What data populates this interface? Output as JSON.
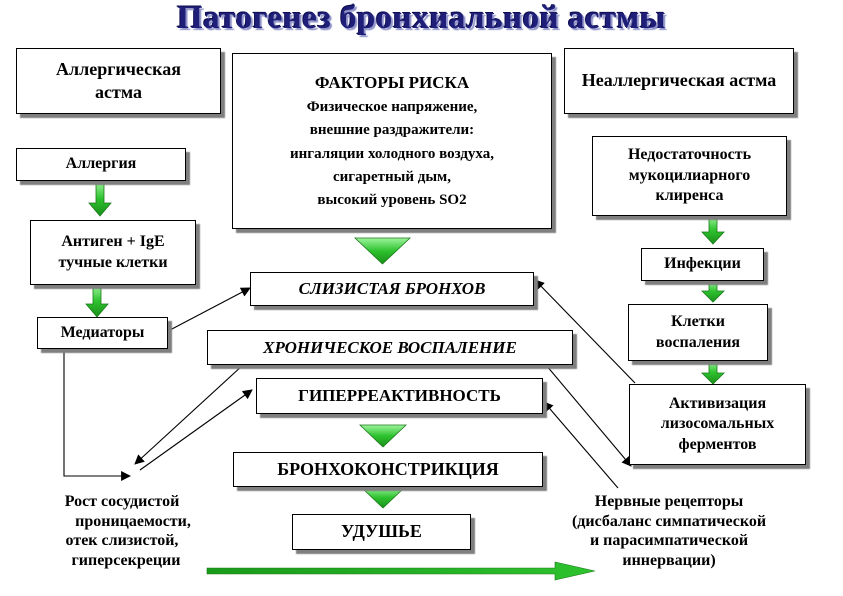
{
  "title": "Патогенез бронхиальной астмы",
  "allergic": "Аллергическая астма",
  "nonallergic": "Неаллергическая астма",
  "risk": {
    "heading": "ФАКТОРЫ РИСКА",
    "lines": [
      "Физическое напряжение,",
      "внешние раздражители:",
      "ингаляции холодного воздуха,",
      "сигаретный дым,",
      "высокий уровень SO2"
    ]
  },
  "left_chain": {
    "allergy": "Аллергия",
    "antigen": [
      "Антиген + IgE",
      "тучные клетки"
    ],
    "mediators": "Медиаторы"
  },
  "right_chain": {
    "insufficiency": [
      "Недостаточность",
      "мукоцилиарного",
      "клиренса"
    ],
    "infections": "Инфекции",
    "cells": [
      "Клетки",
      "воспаления"
    ],
    "activation": [
      "Активизация",
      "лизосомальных",
      "ферментов"
    ]
  },
  "center": {
    "mucosa": "СЛИЗИСТАЯ БРОНХОВ",
    "inflammation": "ХРОНИЧЕСКОЕ ВОСПАЛЕНИЕ",
    "hyper": "ГИПЕРРЕАКТИВНОСТЬ",
    "broncho": "БРОНХОКОНСТРИКЦИЯ",
    "suffocation": "УДУШЬЕ"
  },
  "bottom_left": [
    "Рост сосудистой",
    "проницаемости,",
    "отек слизистой,",
    "гиперсекреции"
  ],
  "bottom_right": [
    "Нервные рецепторы",
    "(дисбаланс симпатической",
    "и парасимпатической",
    "иннервации)"
  ],
  "colors": {
    "arrow_green": "#2ec22e",
    "title_blue": "#1f1f7a"
  }
}
